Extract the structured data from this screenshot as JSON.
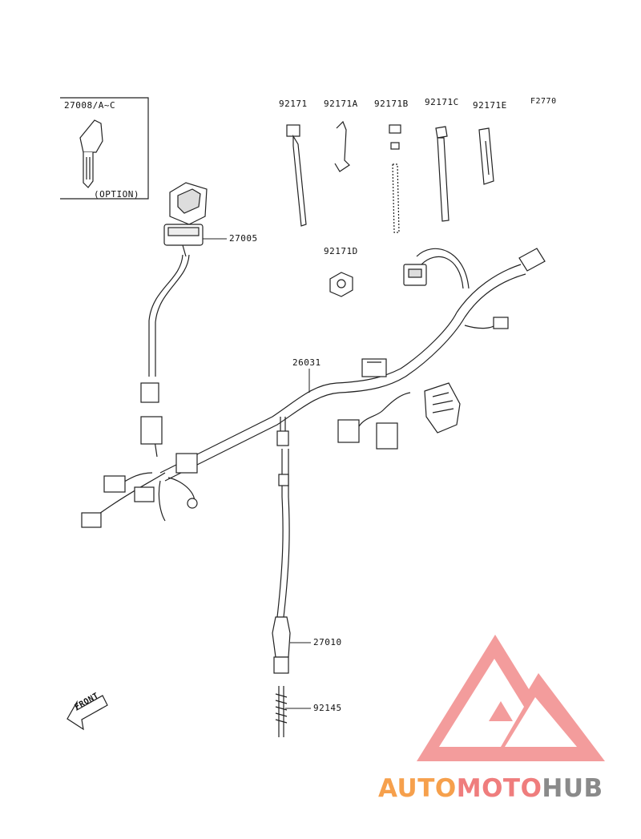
{
  "diagram": {
    "figure_code": "F2770",
    "parts": [
      {
        "number": "27008/A~C"
      },
      {
        "number": "(OPTION)"
      },
      {
        "number": "27005"
      },
      {
        "number": "92171"
      },
      {
        "number": "92171A"
      },
      {
        "number": "92171B"
      },
      {
        "number": "92171C"
      },
      {
        "number": "92171E"
      },
      {
        "number": "92171D"
      },
      {
        "number": "26031"
      },
      {
        "number": "27010"
      },
      {
        "number": "92145"
      }
    ],
    "direction_arrow": "FRONT"
  },
  "watermark": {
    "part1": "AUTO",
    "part2": "MOTO",
    "part3": "HUB",
    "colors": {
      "auto": "#f6a04c",
      "moto": "#ef7d7d",
      "hub": "#8a8a8a",
      "logo": "#f28b8b"
    }
  }
}
